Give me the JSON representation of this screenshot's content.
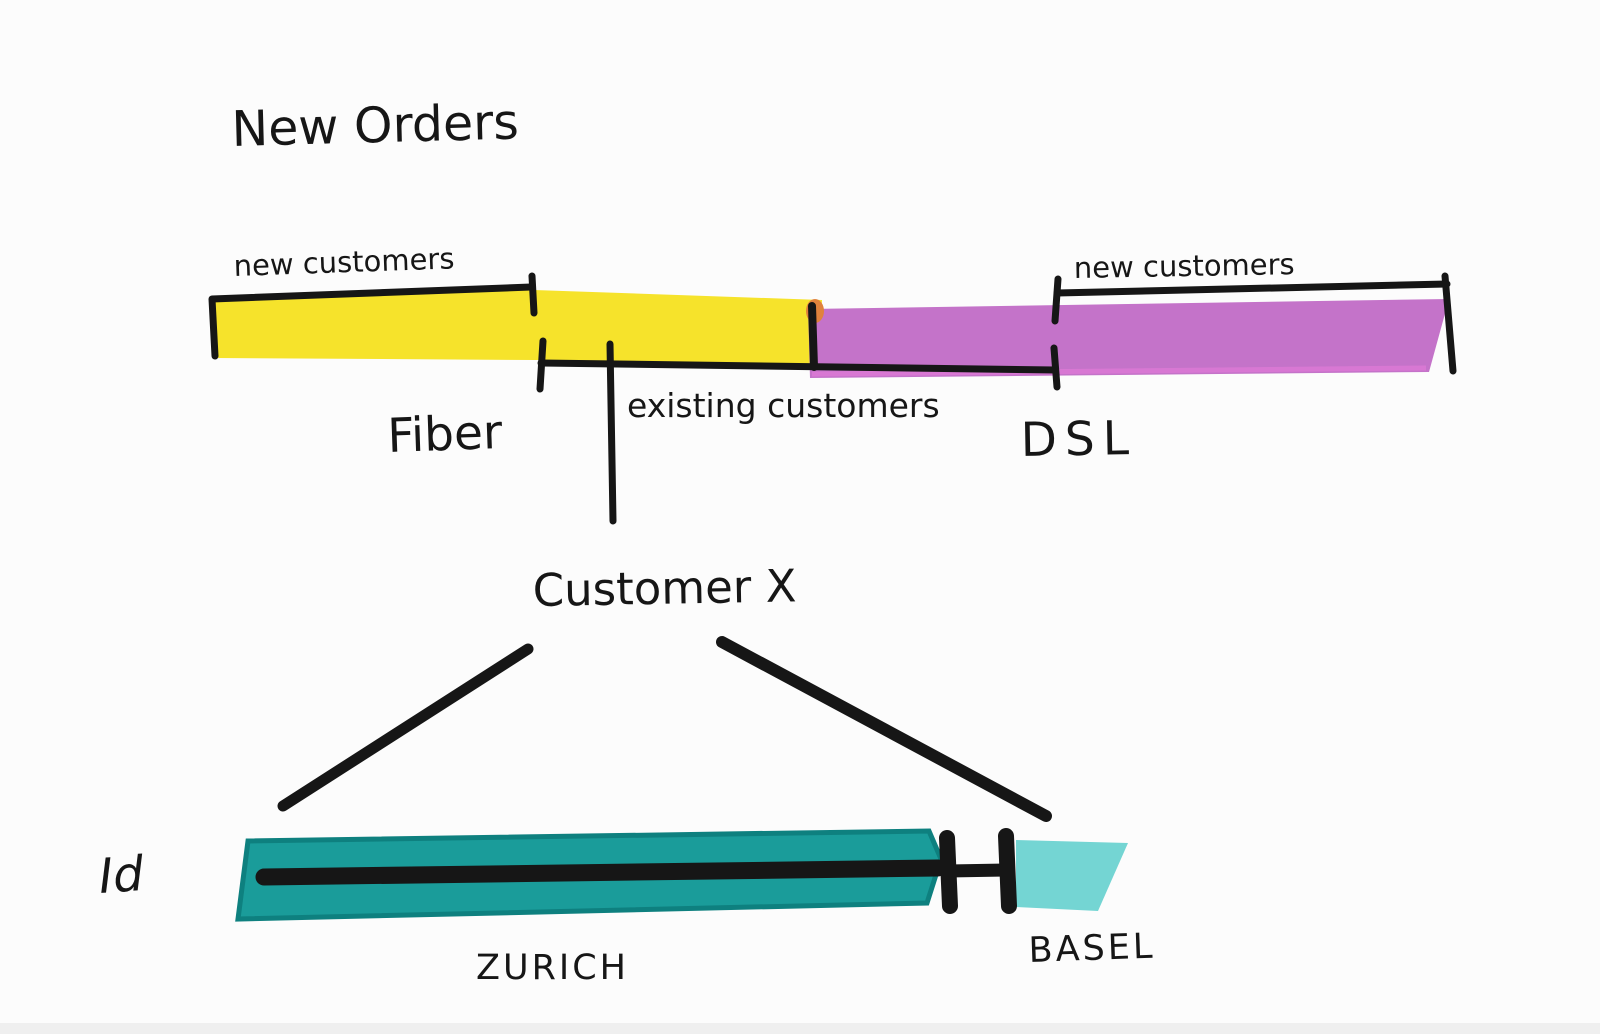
{
  "title": "New Orders",
  "colors": {
    "background": "#FCFCFC",
    "ink": "#161616",
    "fiber_yellow": "#F6E32B",
    "dsl_purple": "#C473C9",
    "dsl_edge_pink": "#DD79D6",
    "overlap_orange": "#E0823C",
    "zurich_teal": "#1A9C9A",
    "zurich_teal_edge": "#0E807F",
    "basel_teal": "#74D5D3",
    "scan_band_gray": "#EFEFEF"
  },
  "timeline": {
    "segments": [
      {
        "label": "Fiber"
      },
      {
        "label": "DSL"
      }
    ],
    "brackets": [
      {
        "label": "new customers"
      },
      {
        "label": "existing customers"
      },
      {
        "label": "new customers"
      }
    ]
  },
  "customer_label": "Customer X",
  "locations": {
    "id_label": "Id",
    "items": [
      {
        "label": "ZURICH"
      },
      {
        "label": "BASEL"
      }
    ]
  }
}
